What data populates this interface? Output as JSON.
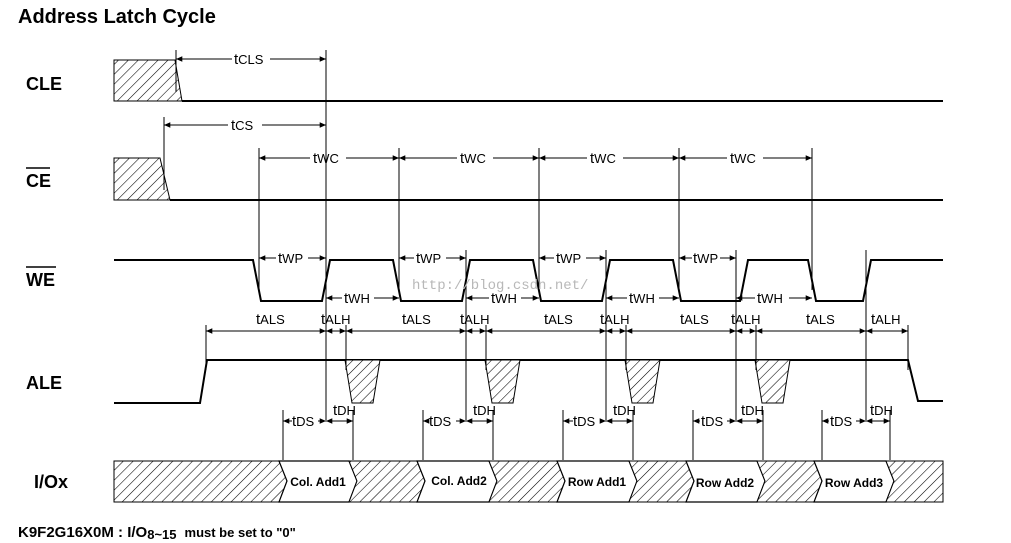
{
  "title": "Address Latch Cycle",
  "signals": {
    "cle": "CLE",
    "ce": "CE",
    "we": "WE",
    "ale": "ALE",
    "io": "I/Ox"
  },
  "timing": {
    "t_prefix": "t",
    "cls": "CLS",
    "cs": "CS",
    "wc": "WC",
    "wp": "WP",
    "wh": "WH",
    "als": "ALS",
    "alh": "ALH",
    "ds": "DS",
    "dh": "DH"
  },
  "bus_labels": [
    "Col. Add1",
    "Col. Add2",
    "Row Add1",
    "Row Add2",
    "Row Add3"
  ],
  "watermark": "http://blog.csdn.net/",
  "footer": {
    "device": "K9F2G16X0M : I/O",
    "range": "8~15",
    "note": "must be set to \"0\""
  }
}
